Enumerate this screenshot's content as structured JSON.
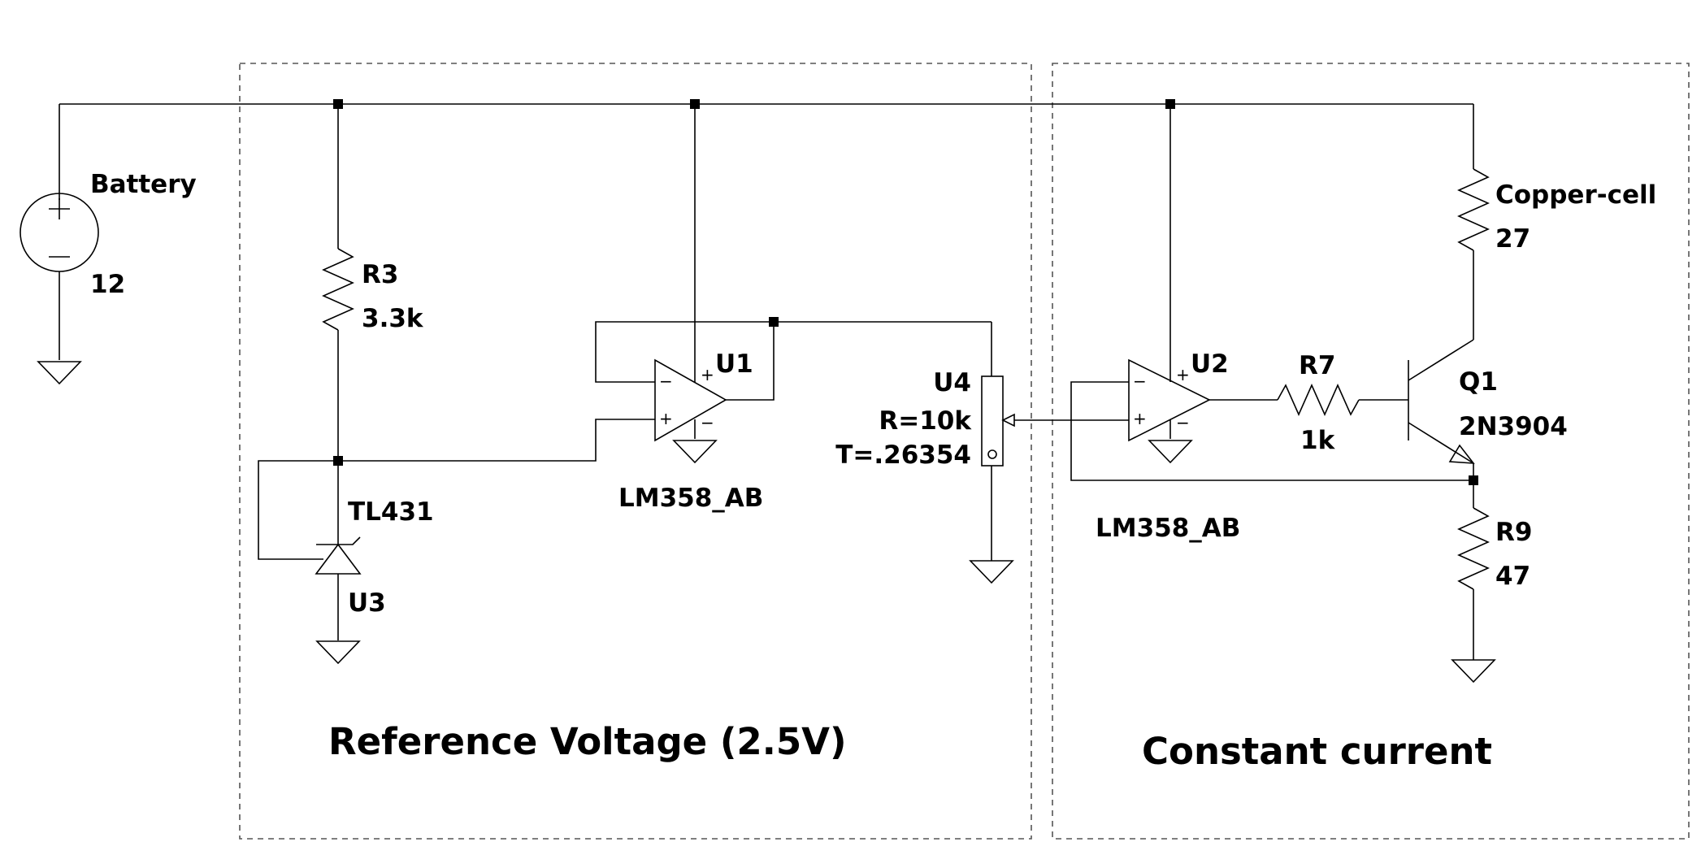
{
  "sections": {
    "reference": "Reference Voltage (2.5V)",
    "constant": "Constant current"
  },
  "battery": {
    "name": "Battery",
    "value": "12"
  },
  "r3": {
    "name": "R3",
    "value": "3.3k"
  },
  "u3": {
    "part": "TL431",
    "name": "U3"
  },
  "u1": {
    "name": "U1",
    "part": "LM358_AB"
  },
  "u4": {
    "name": "U4",
    "r": "R=10k",
    "t": "T=.26354"
  },
  "u2": {
    "name": "U2",
    "part": "LM358_AB"
  },
  "r7": {
    "name": "R7",
    "value": "1k"
  },
  "q1": {
    "name": "Q1",
    "part": "2N3904"
  },
  "copper": {
    "name": "Copper-cell",
    "value": "27"
  },
  "r9": {
    "name": "R9",
    "value": "47"
  },
  "pins": {
    "plus": "+",
    "minus": "−"
  }
}
